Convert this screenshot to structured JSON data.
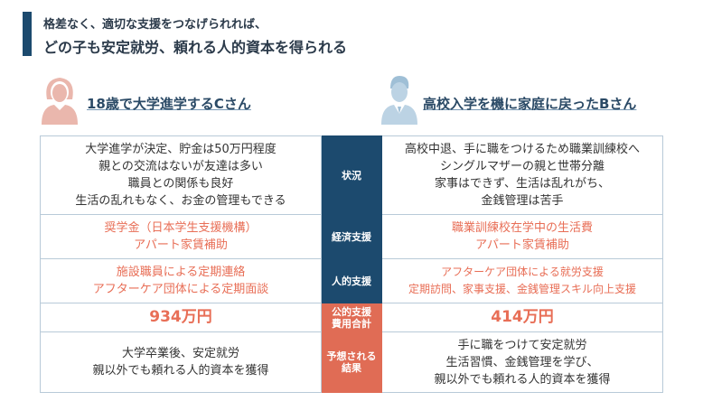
{
  "header": {
    "line1": "格差なく、適切な支援をつなげられれば、",
    "line2": "どの子も安定就労、頼れる人的資本を得られる"
  },
  "left": {
    "title": "18歳で大学進学するCさん"
  },
  "right": {
    "title": "高校入学を機に家庭に戻ったBさん"
  },
  "rows": [
    {
      "label": "状況",
      "left": [
        "大学進学が決定、貯金は50万円程度",
        "親との交流はないが友達は多い",
        "職員との関係も良好",
        "生活の乱れもなく、お金の管理もできる"
      ],
      "right": [
        "高校中退、手に職をつけるため職業訓練校へ",
        "シングルマザーの親と世帯分離",
        "家事はできず、生活は乱れがち、",
        "金銭管理は苦手"
      ]
    },
    {
      "label": "経済支援",
      "left": [
        "奨学金（日本学生支援機構）",
        "アパート家賃補助"
      ],
      "right": [
        "職業訓練校在学中の生活費",
        "アパート家賃補助"
      ]
    },
    {
      "label": "人的支援",
      "left": [
        "施設職員による定期連絡",
        "アフターケア団体による定期面談"
      ],
      "right": [
        "アフターケア団体による就労支援",
        "定期訪問、家事支援、金銭管理スキル向上支援"
      ]
    },
    {
      "label": [
        "公的支援",
        "費用合計"
      ],
      "left": "934万円",
      "right": "414万円"
    },
    {
      "label": [
        "予想される",
        "結果"
      ],
      "left": [
        "大学卒業後、安定就労",
        "親以外でも頼れる人的資本を獲得"
      ],
      "right": [
        "手に職をつけて安定就労",
        "生活習慣、金銭管理を学び、",
        "親以外でも頼れる人的資本を獲得"
      ]
    }
  ],
  "colors": {
    "navy": "#1c4a6e",
    "accent": "#e06c55",
    "orange_text": "#e86e56"
  }
}
